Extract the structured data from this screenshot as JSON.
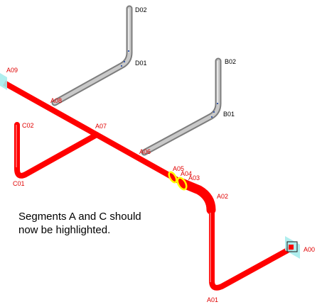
{
  "colors": {
    "highlight": "#ff0000",
    "highlight_label": "#e00000",
    "grey_pipe": "#b7b7b7",
    "grey_label": "#000000",
    "joint": "#ffff00",
    "endcap": "#a6ecec",
    "node_dot": "#3a5aa8"
  },
  "caption": {
    "line1": "Segments A and C should",
    "line2": "now be highlighted."
  },
  "labels": {
    "a00": "A00",
    "a01": "A01",
    "a02": "A02",
    "a03": "A03",
    "a04": "A04",
    "a05": "A05",
    "a06": "A06",
    "a07": "A07",
    "a08": "A08",
    "a09": "A09",
    "b01": "B01",
    "b02": "B02",
    "c01": "C01",
    "c02": "C02",
    "d01": "D01",
    "d02": "D02"
  },
  "icons": {
    "anchor": "square-marker-icon"
  }
}
